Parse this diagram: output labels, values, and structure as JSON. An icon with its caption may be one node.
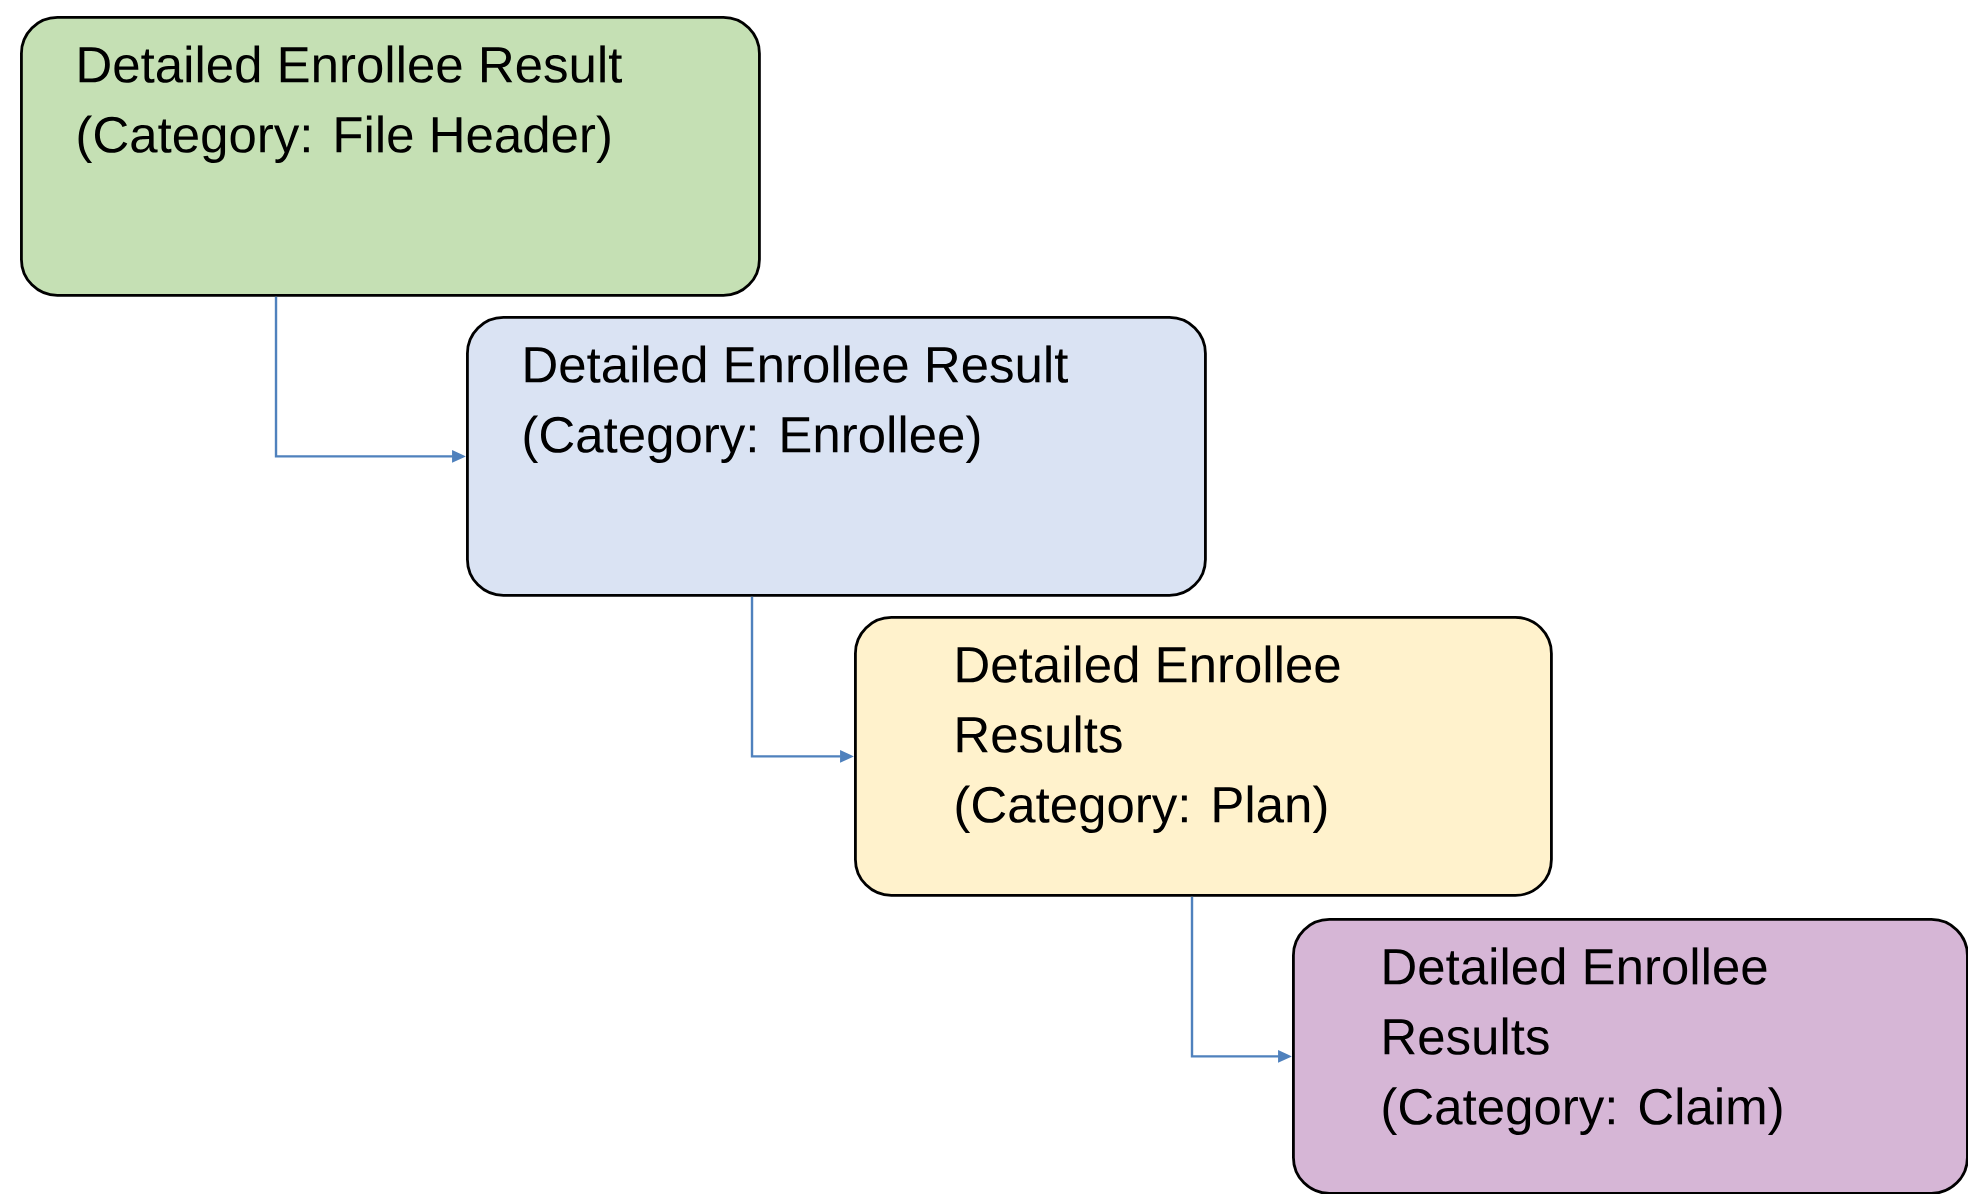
{
  "diagram": {
    "nodes": [
      {
        "text": [
          "Detailed Enrollee Result",
          "(Category: File Header)"
        ]
      },
      {
        "text": [
          "Detailed Enrollee Result",
          "(Category: Enrollee)"
        ]
      },
      {
        "text": [
          "Detailed Enrollee Results",
          "(Category: Plan)"
        ]
      },
      {
        "text": [
          "Detailed Enrollee Results",
          "(Category: Claim)"
        ]
      }
    ],
    "edges": [
      {
        "from": 0,
        "to": 1,
        "arrow": "to"
      },
      {
        "from": 1,
        "to": 2,
        "arrow": "to"
      },
      {
        "from": 2,
        "to": 3,
        "arrow": "to"
      }
    ]
  }
}
